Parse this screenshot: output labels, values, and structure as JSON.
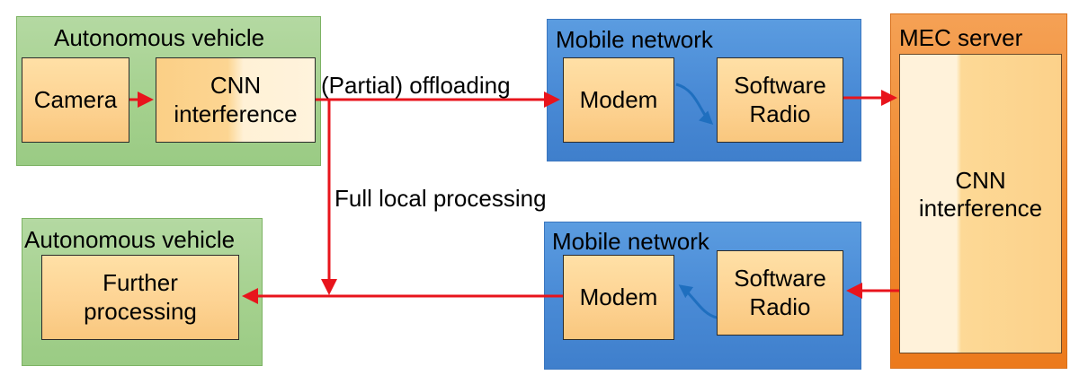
{
  "vehicle_top": {
    "title": "Autonomous vehicle",
    "camera": "Camera",
    "cnn": "CNN\ninterference"
  },
  "vehicle_bottom": {
    "title": "Autonomous vehicle",
    "further": "Further\nprocessing"
  },
  "network_top": {
    "title": "Mobile network",
    "modem": "Modem",
    "radio": "Software\nRadio"
  },
  "network_bottom": {
    "title": "Mobile network",
    "modem": "Modem",
    "radio": "Software\nRadio"
  },
  "mec": {
    "title": "MEC server",
    "cnn": "CNN\ninterference"
  },
  "labels": {
    "offloading": "(Partial) offloading",
    "local": "Full local processing"
  },
  "colors": {
    "arrow": "#e8141c",
    "curve_arrow": "#1f6fbf",
    "vehicle_bg": "#a4d08d",
    "network_bg": "#4a8bd6",
    "mec_bg": "#f08b30",
    "module_bg": "#fdd393"
  }
}
